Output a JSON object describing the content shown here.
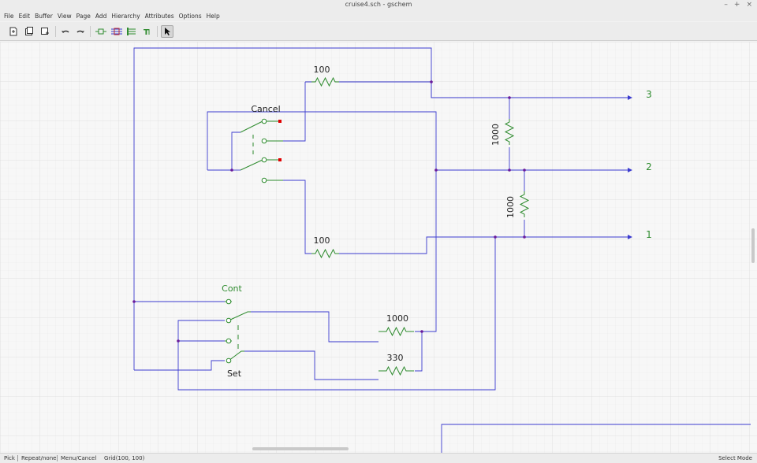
{
  "window": {
    "title": "cruise4.sch - gschem",
    "controls": [
      "–",
      "+",
      "×"
    ]
  },
  "menu": [
    "File",
    "Edit",
    "Buffer",
    "View",
    "Page",
    "Add",
    "Hierarchy",
    "Attributes",
    "Options",
    "Help"
  ],
  "toolbar": {
    "icons": [
      "new-page-icon",
      "open-page-icon",
      "save-page-icon",
      "undo-icon",
      "redo-icon",
      "add-component-icon",
      "add-net-icon",
      "add-bus-icon",
      "add-text-icon",
      "select-icon"
    ],
    "active": "select-icon"
  },
  "schematic": {
    "labels": {
      "cancel": "Cancel",
      "cont": "Cont",
      "set": "Set",
      "r_top": "100",
      "r_mid": "100",
      "r_right_upper": "1000",
      "r_right_lower": "1000",
      "r_bottom_upper": "1000",
      "r_bottom_lower": "330",
      "port3": "3",
      "port2": "2",
      "port1": "1"
    },
    "colors": {
      "net": "#3b3bcf",
      "component": "#2e8b2e",
      "pin_dot": "#6a1a9a",
      "endpoint": "#e00000",
      "grid": "#e4e4e4"
    }
  },
  "status": {
    "left": "Pick",
    "repeat": "Repeat/none",
    "menu": "Menu/Cancel",
    "grid": "Grid(100, 100)",
    "mode": "Select Mode"
  }
}
